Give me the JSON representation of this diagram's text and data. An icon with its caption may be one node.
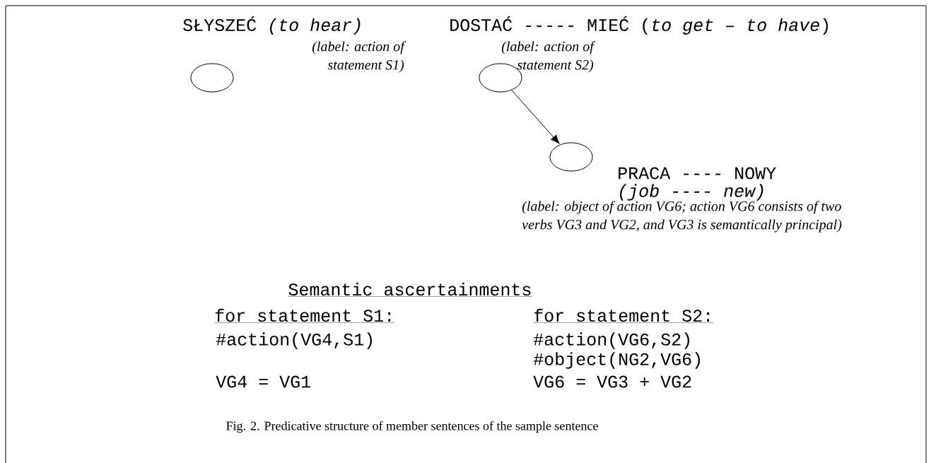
{
  "diagram": {
    "caption": "Fig. 2. Predicative structure of member sentences of the sample sentence",
    "nodes": [
      {
        "text": [],
        "shape": "circle",
        "beside": [
          "SŁYSZEĆ *(to hear)*",
          "(label: action of statement S1)"
        ]
      },
      {
        "text": [],
        "shape": "circle",
        "beside": [
          "DOSTAĆ ----- MIEĆ (*to get – to have*)",
          "(label: action of statement S2)"
        ]
      },
      {
        "text": [],
        "shape": "circle",
        "beside": [
          "PRACA ---- NOWY",
          "(job ---- new)",
          "(label: object of action VG6; action VG6 consists of two verbs VG3 and VG2, and VG3 is semantically principal)"
        ]
      }
    ],
    "edges": [
      {
        "from": 1,
        "to": 2,
        "arrow": "to"
      }
    ],
    "labels": [
      "Semantic ascertainments",
      "for statement S1:",
      "for statement S2:",
      "#action(VG4,S1)",
      "#action(VG6,S2)",
      "#object(NG2,VG6)",
      "VG4 = VG1",
      "VG6 = VG3 + VG2"
    ]
  }
}
